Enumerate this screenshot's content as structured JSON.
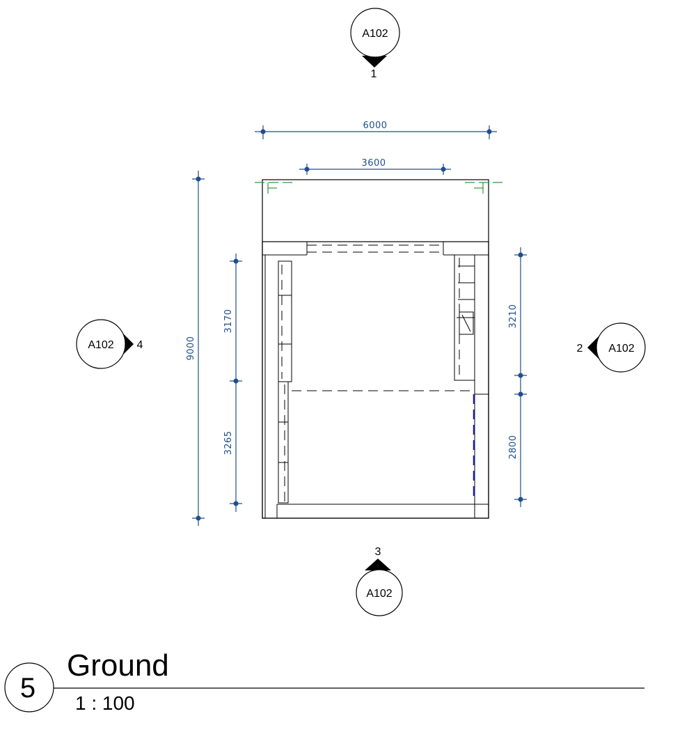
{
  "view_title": {
    "number": "5",
    "name": "Ground",
    "scale": "1 : 100"
  },
  "elevation_markers": [
    {
      "id": "north",
      "sheet": "A102",
      "number": "1",
      "direction": "up"
    },
    {
      "id": "east",
      "sheet": "A102",
      "number": "2",
      "direction": "right"
    },
    {
      "id": "south",
      "sheet": "A102",
      "number": "3",
      "direction": "down"
    },
    {
      "id": "west",
      "sheet": "A102",
      "number": "4",
      "direction": "left"
    }
  ],
  "dimensions": {
    "overall_width": "6000",
    "opening_width": "3600",
    "overall_depth": "9000",
    "left_upper": "3170",
    "left_lower": "3265",
    "right_upper": "3210",
    "right_lower": "2800"
  },
  "colors": {
    "dimension": "#1f4e8c",
    "reference_plane": "#2e9a3a",
    "linework": "#000000",
    "selected_edge": "#1a1aa8"
  }
}
